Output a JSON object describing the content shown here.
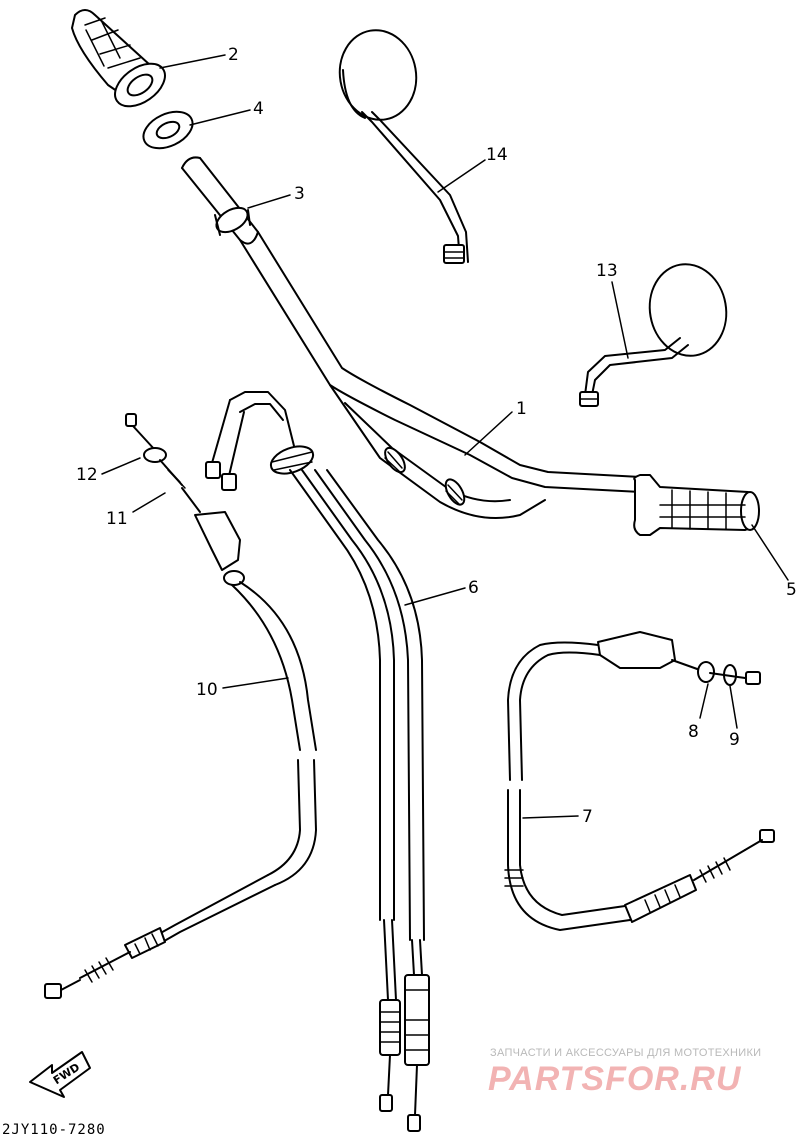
{
  "diagram_code": "2JY110-7280",
  "fwd_label": "FWD",
  "watermark": {
    "caption": "ЗАПЧАСТИ И АКСЕССУАРЫ ДЛЯ МОТОТЕХНИКИ",
    "logo": "PARTSFOR.RU"
  },
  "callouts": {
    "n1": "1",
    "n2": "2",
    "n3": "3",
    "n4": "4",
    "n5": "5",
    "n6": "6",
    "n7": "7",
    "n8": "8",
    "n9": "9",
    "n10": "10",
    "n11": "11",
    "n12": "12",
    "n13": "13",
    "n14": "14"
  }
}
